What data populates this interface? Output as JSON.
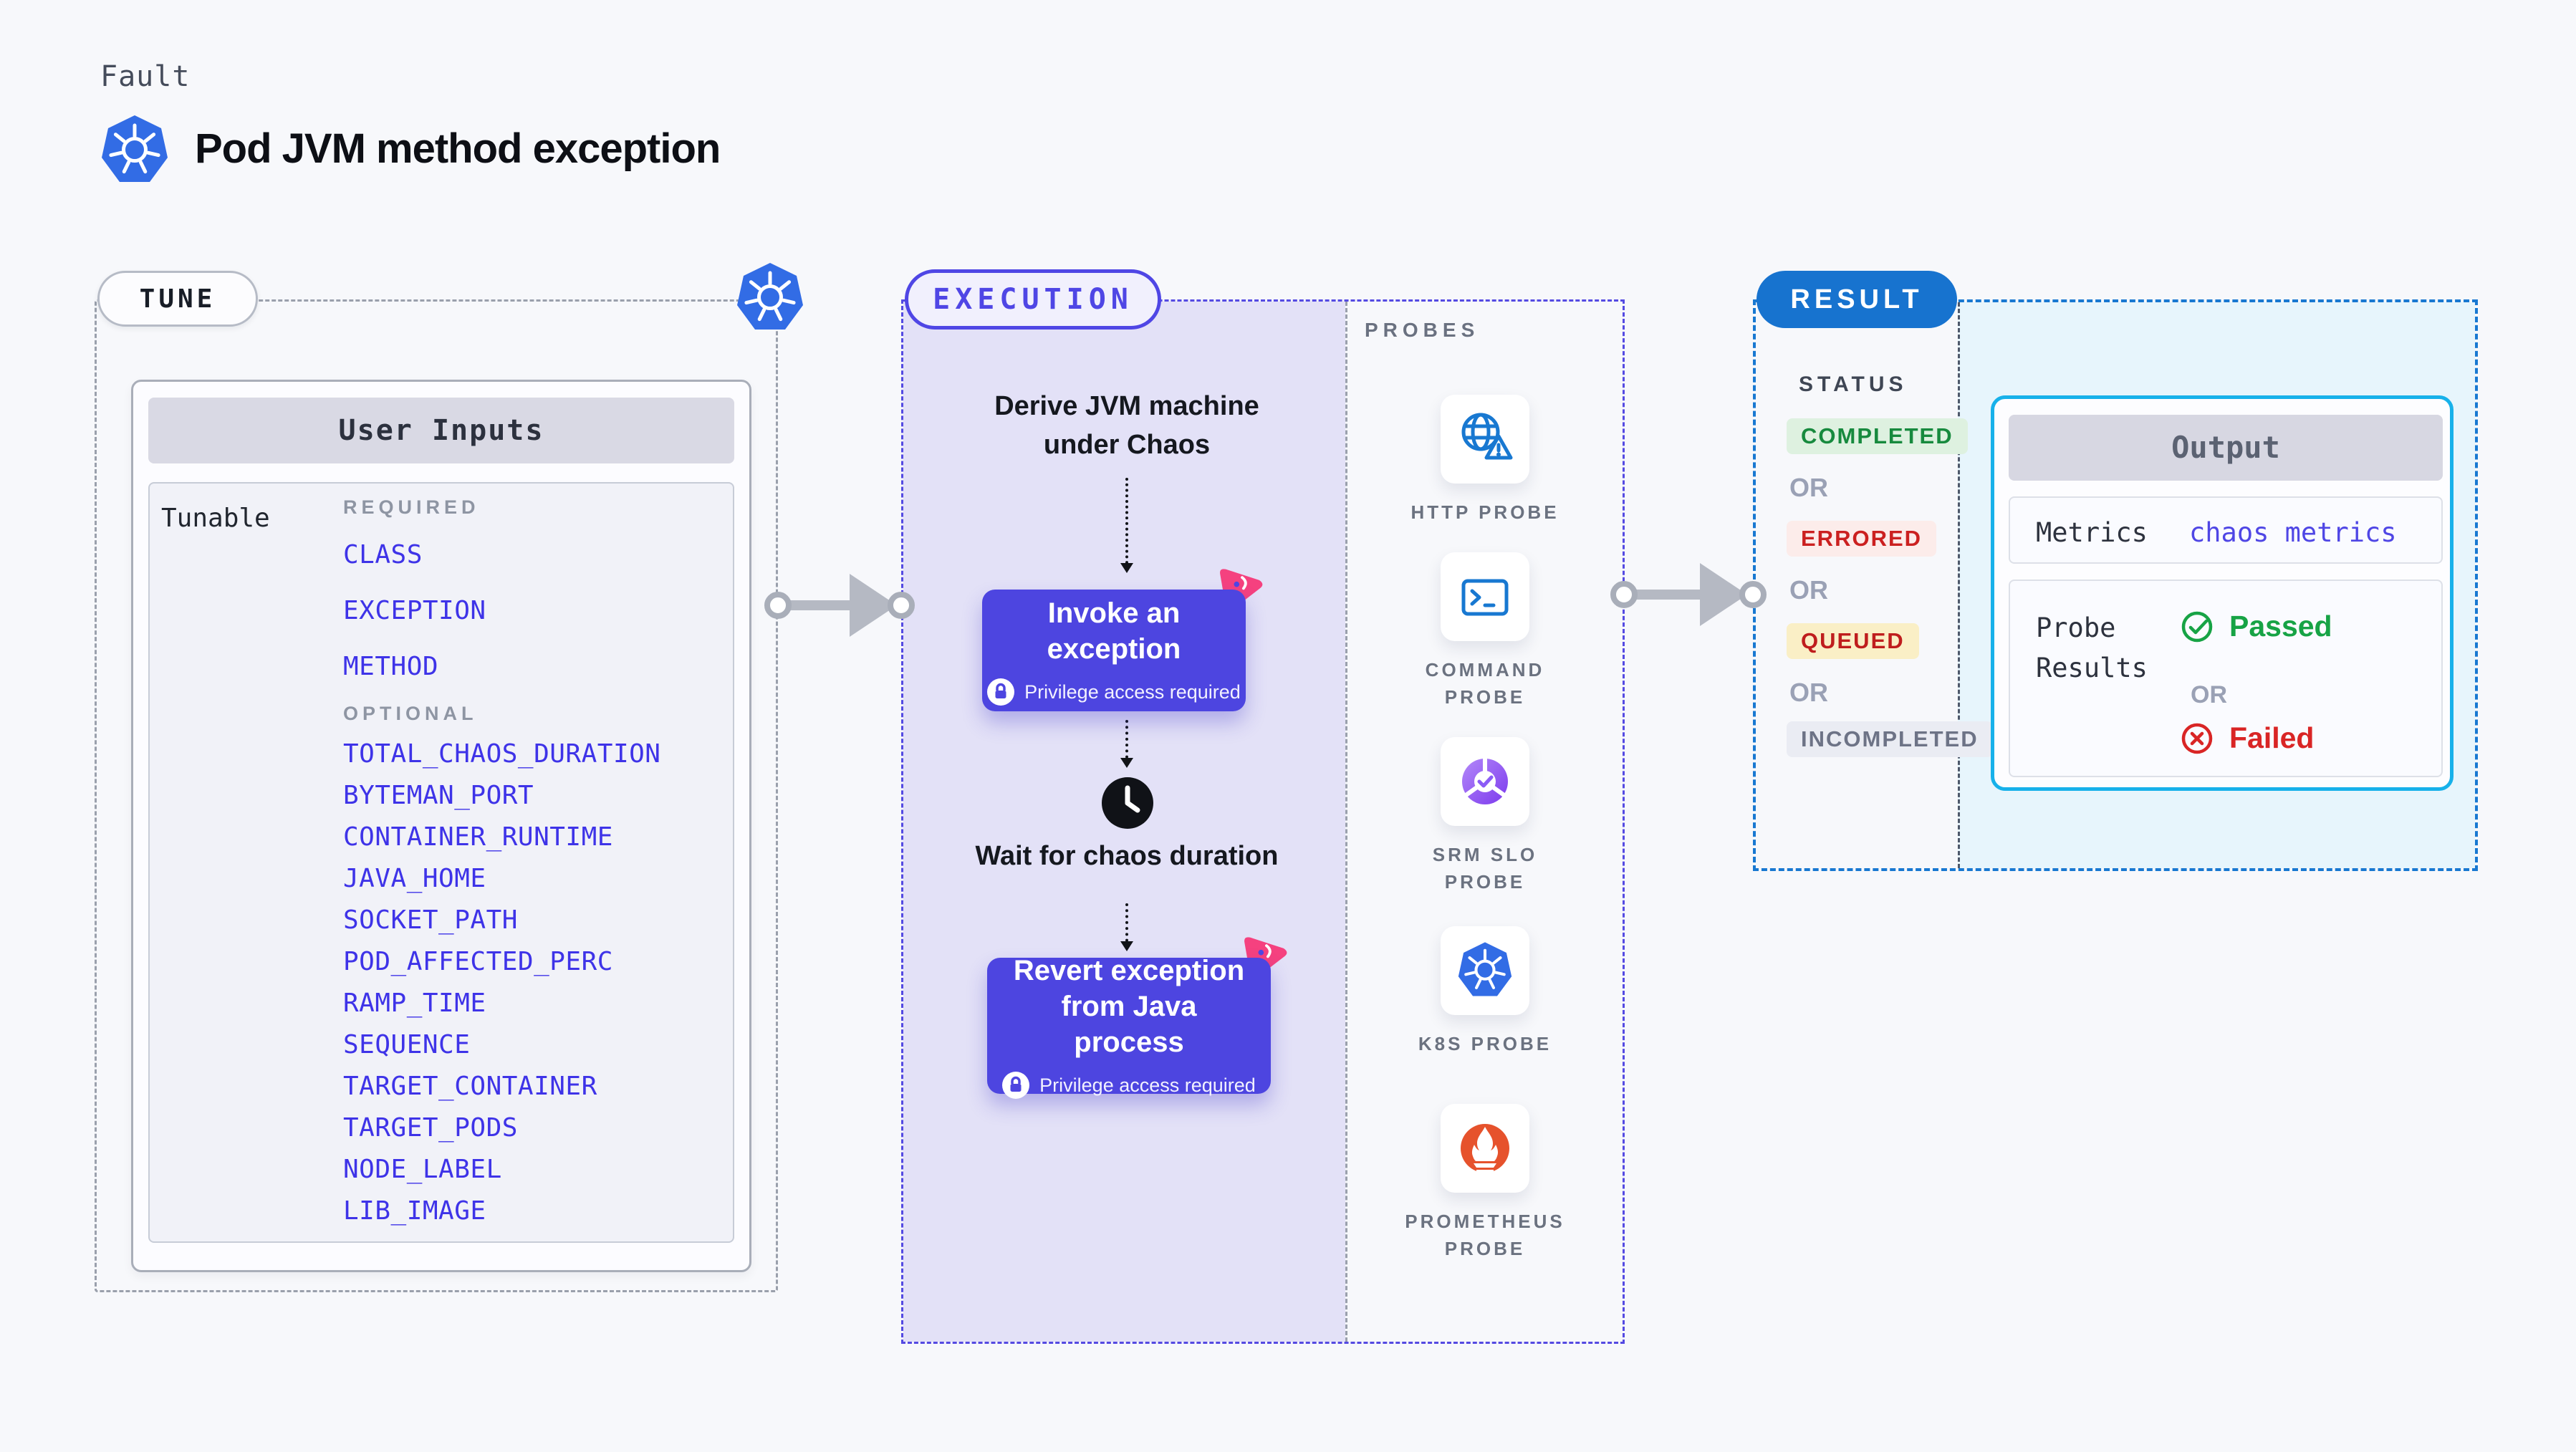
{
  "header": {
    "category": "Fault",
    "title": "Pod JVM method exception"
  },
  "tune": {
    "pill": "TUNE",
    "card_title": "User Inputs",
    "row_label": "Tunable",
    "required_label": "REQUIRED",
    "optional_label": "OPTIONAL",
    "required": [
      "CLASS",
      "EXCEPTION",
      "METHOD"
    ],
    "optional": [
      "TOTAL_CHAOS_DURATION",
      "BYTEMAN_PORT",
      "CONTAINER_RUNTIME",
      "JAVA_HOME",
      "SOCKET_PATH",
      "POD_AFFECTED_PERC",
      "RAMP_TIME",
      "SEQUENCE",
      "TARGET_CONTAINER",
      "TARGET_PODS",
      "NODE_LABEL",
      "LIB_IMAGE"
    ]
  },
  "execution": {
    "pill": "EXECUTION",
    "derive": "Derive JVM machine under Chaos",
    "invoke_title": "Invoke an exception",
    "invoke_note": "Privilege access required",
    "wait": "Wait for chaos duration",
    "revert_title": "Revert exception from Java process",
    "revert_note": "Privilege access required"
  },
  "probes": {
    "label": "PROBES",
    "items": [
      {
        "name": "http-probe",
        "label": "HTTP PROBE"
      },
      {
        "name": "command-probe",
        "label": "COMMAND PROBE"
      },
      {
        "name": "srm-slo-probe",
        "label": "SRM SLO PROBE"
      },
      {
        "name": "k8s-probe",
        "label": "K8S PROBE"
      },
      {
        "name": "prometheus-probe",
        "label": "PROMETHEUS PROBE"
      }
    ]
  },
  "result": {
    "pill": "RESULT",
    "status_label": "STATUS",
    "or_label": "OR",
    "statuses": [
      {
        "label": "COMPLETED",
        "state": "completed"
      },
      {
        "label": "ERRORED",
        "state": "errored"
      },
      {
        "label": "QUEUED",
        "state": "queued"
      },
      {
        "label": "INCOMPLETED",
        "state": "incompleted"
      }
    ],
    "output": {
      "title": "Output",
      "metrics_label": "Metrics",
      "metrics_value": "chaos metrics",
      "probe_results_label": "Probe Results",
      "passed": "Passed",
      "or_label": "OR",
      "failed": "Failed"
    }
  },
  "colors": {
    "accent_indigo": "#4F46E5",
    "button_indigo": "#4D45E0",
    "lavender_panel": "#E3E1F7",
    "kubernetes_blue": "#326CE5",
    "probe_icon_blue": "#1878D1",
    "chaos_pink": "#F5417F",
    "result_blue": "#1773CF",
    "output_border_cyan": "#17B1EA",
    "passed_green": "#17A345",
    "failed_red": "#D92525",
    "completed_green": "#178A3E",
    "errored_red": "#CB2020",
    "queued_red": "#BF1D1D",
    "incompleted_gray": "#6D7386",
    "tunable_blue": "#3E33E8"
  }
}
